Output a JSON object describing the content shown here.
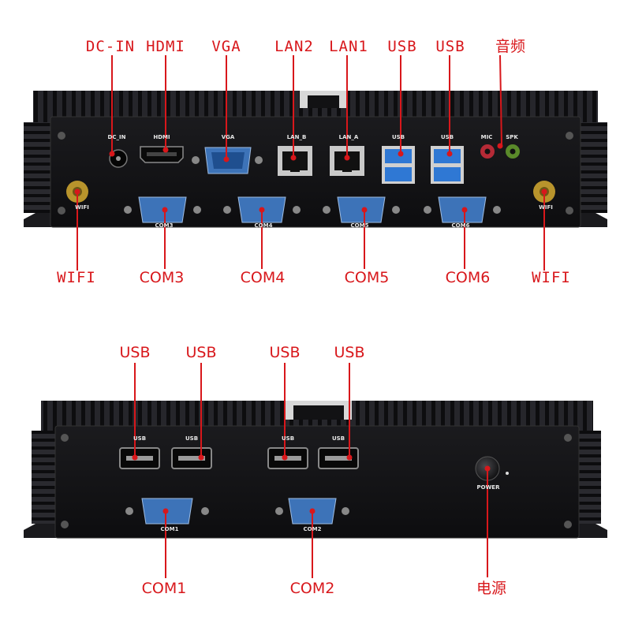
{
  "colors": {
    "callout": "#d8171b",
    "chassis": "#141416",
    "fin": "#1e1e22",
    "db9": "#3d73b8",
    "usb3": "#2f78d4"
  },
  "top_unit": {
    "callouts": {
      "dcin": "DC-IN",
      "hdmi": "HDMI",
      "vga": "VGA",
      "lan2": "LAN2",
      "lan1": "LAN1",
      "usb_a": "USB",
      "usb_b": "USB",
      "audio": "音频",
      "wifi_left": "WIFI",
      "com3": "COM3",
      "com4": "COM4",
      "com5": "COM5",
      "com6": "COM6",
      "wifi_right": "WIFI"
    },
    "panel_labels": {
      "dcin": "DC_IN",
      "hdmi": "HDMI",
      "vga": "VGA",
      "lan_b": "LAN_B",
      "lan_a": "LAN_A",
      "usb_a": "USB",
      "usb_b": "USB",
      "mic": "MIC",
      "spk": "SPK",
      "wifi_left": "WIFI",
      "wifi_right": "WIFI",
      "com3": "COM3",
      "com4": "COM4",
      "com5": "COM5",
      "com6": "COM6"
    }
  },
  "bottom_unit": {
    "callouts": {
      "usb1": "USB",
      "usb2": "USB",
      "usb3": "USB",
      "usb4": "USB",
      "com1": "COM1",
      "com2": "COM2",
      "power": "电源"
    },
    "panel_labels": {
      "usb1": "USB",
      "usb2": "USB",
      "usb3": "USB",
      "usb4": "USB",
      "com1": "COM1",
      "com2": "COM2",
      "power": "POWER"
    }
  }
}
